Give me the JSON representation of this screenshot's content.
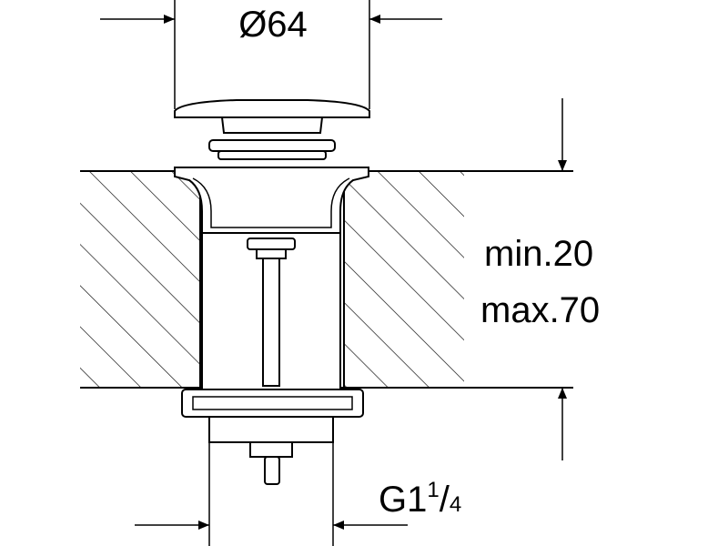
{
  "labels": {
    "diameter": "Ø64",
    "min_thickness": "min.20",
    "max_thickness": "max.70",
    "thread": "G1",
    "thread_fraction_num": "1",
    "thread_fraction_sep": "/",
    "thread_fraction_den": "4"
  },
  "colors": {
    "stroke": "#000000",
    "background": "#ffffff"
  }
}
